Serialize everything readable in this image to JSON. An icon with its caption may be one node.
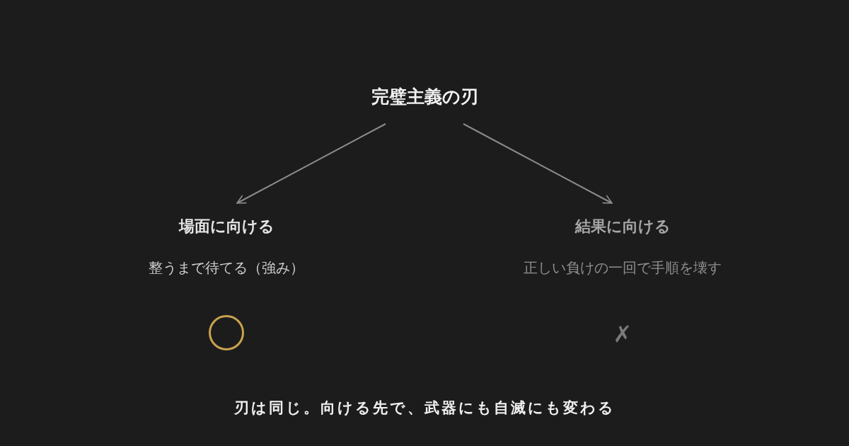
{
  "diagram": {
    "nodes": [
      {
        "text": [
          "完璧主義の刃"
        ]
      },
      {
        "text": [
          "場面に向ける",
          "整うまで待てる（強み）"
        ]
      },
      {
        "text": [
          "結果に向ける",
          "正しい負けの一回で手順を壊す"
        ]
      }
    ],
    "edges": [
      {
        "from": 0,
        "to": 1,
        "arrow": "to"
      },
      {
        "from": 0,
        "to": 2,
        "arrow": "to"
      }
    ],
    "labels": [
      "✗"
    ],
    "caption": "刃は同じ。向ける先で、武器にも自滅にも変わる"
  }
}
